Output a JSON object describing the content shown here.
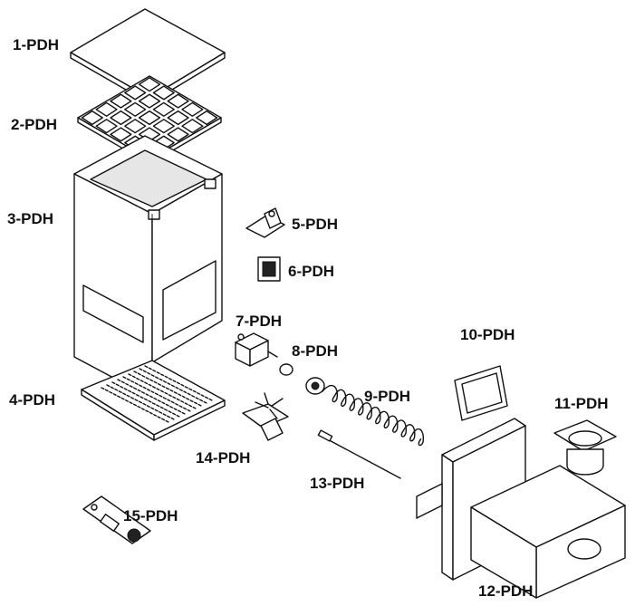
{
  "labels": {
    "p1": "1-PDH",
    "p2": "2-PDH",
    "p3": "3-PDH",
    "p4": "4-PDH",
    "p5": "5-PDH",
    "p6": "6-PDH",
    "p7": "7-PDH",
    "p8": "8-PDH",
    "p9": "9-PDH",
    "p10": "10-PDH",
    "p11": "11-PDH",
    "p12": "12-PDH",
    "p13": "13-PDH",
    "p14": "14-PDH",
    "p15": "15-PDH"
  }
}
